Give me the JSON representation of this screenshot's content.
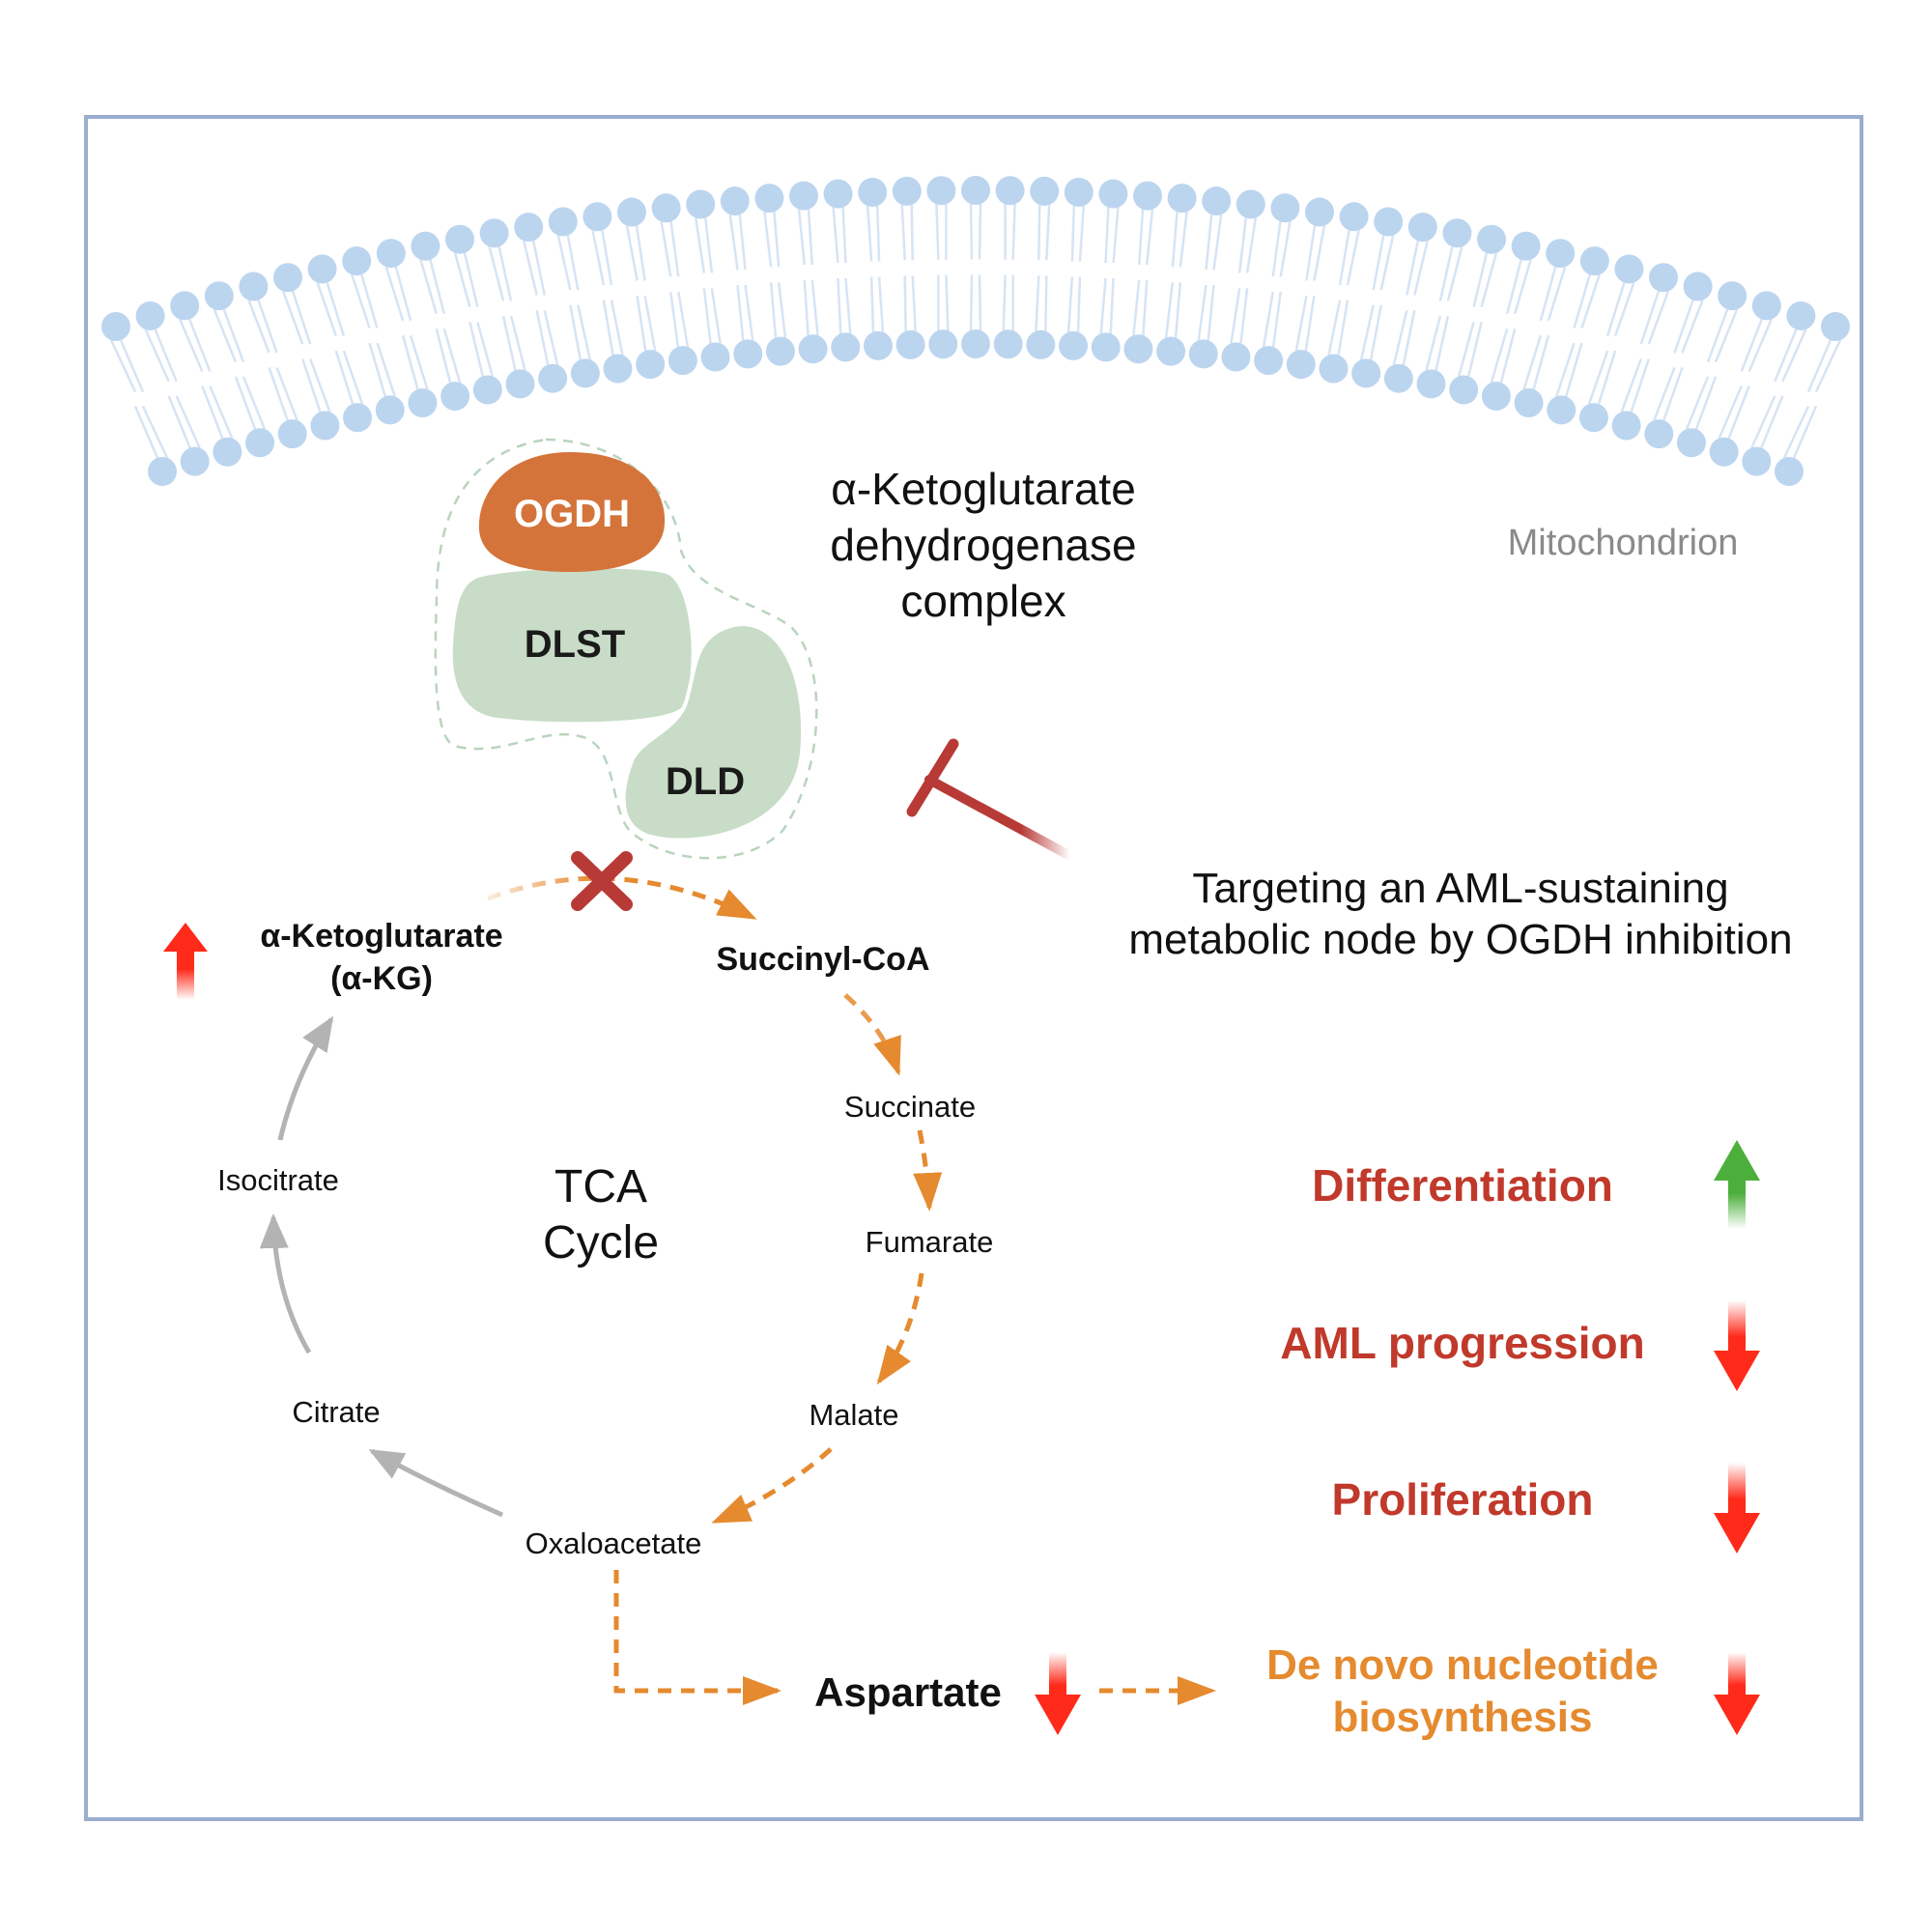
{
  "labels": {
    "mitochondrion": "Mitochondrion",
    "complex_line1": "α-Ketoglutarate",
    "complex_line2": "dehydrogenase",
    "complex_line3": "complex",
    "ogdh": "OGDH",
    "dlst": "DLST",
    "dld": "DLD",
    "targeting_line1": "Targeting an AML-sustaining",
    "targeting_line2": "metabolic node by OGDH inhibition",
    "akg_line1": "α-Ketoglutarate",
    "akg_line2": "(α-KG)",
    "succinyl_coa": "Succinyl-CoA",
    "succinate": "Succinate",
    "fumarate": "Fumarate",
    "malate": "Malate",
    "oxaloacetate": "Oxaloacetate",
    "citrate": "Citrate",
    "isocitrate": "Isocitrate",
    "tca_line1": "TCA",
    "tca_line2": "Cycle",
    "aspartate": "Aspartate",
    "nucleotide_line1": "De novo nucleotide",
    "nucleotide_line2": "biosynthesis",
    "differentiation": "Differentiation",
    "aml_progression": "AML progression",
    "proliferation": "Proliferation"
  },
  "effects": [
    {
      "name": "akg",
      "direction": "up",
      "color": "#ff2a1a"
    },
    {
      "name": "differentiation",
      "direction": "up",
      "color": "#4caf3c"
    },
    {
      "name": "aml_progression",
      "direction": "down",
      "color": "#ff2a1a"
    },
    {
      "name": "proliferation",
      "direction": "down",
      "color": "#ff2a1a"
    },
    {
      "name": "aspartate",
      "direction": "down",
      "color": "#ff2a1a"
    },
    {
      "name": "nucleotide_biosynthesis",
      "direction": "down",
      "color": "#ff2a1a"
    }
  ],
  "colors": {
    "frame": "#9aaed0",
    "membrane_head": "#bcd5ef",
    "membrane_tail": "#d6e4f3",
    "ogdh": "#d4743a",
    "dlst_dld": "#c8dcc8",
    "inhibitor": "#b83a36",
    "dashed_arrow": "#e58a2e",
    "gray_arrow": "#b3b3b3",
    "outcome_red": "#c0392b",
    "outcome_orange": "#e58a2e",
    "mito_text": "#8a8a8a"
  }
}
